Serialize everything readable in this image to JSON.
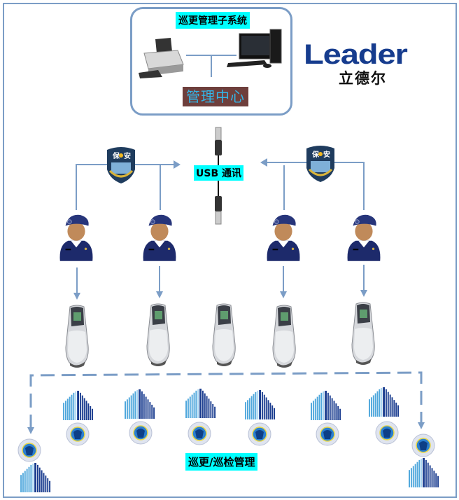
{
  "management_system": {
    "title": "巡更管理子系统",
    "center_label": "管理中心"
  },
  "logo": {
    "brand": "Leader",
    "brand_cn": "立德尔"
  },
  "communication": {
    "label": "USB 通讯"
  },
  "badges": [
    {
      "text_left": "保",
      "text_right": "安"
    },
    {
      "text_left": "保",
      "text_right": "安"
    }
  ],
  "patrol": {
    "label": "巡更/巡检管理"
  },
  "colors": {
    "line": "#7b9dc6",
    "highlight": "#00ffff",
    "brand": "#163c8e",
    "center_bg": "#6e3f3c"
  }
}
